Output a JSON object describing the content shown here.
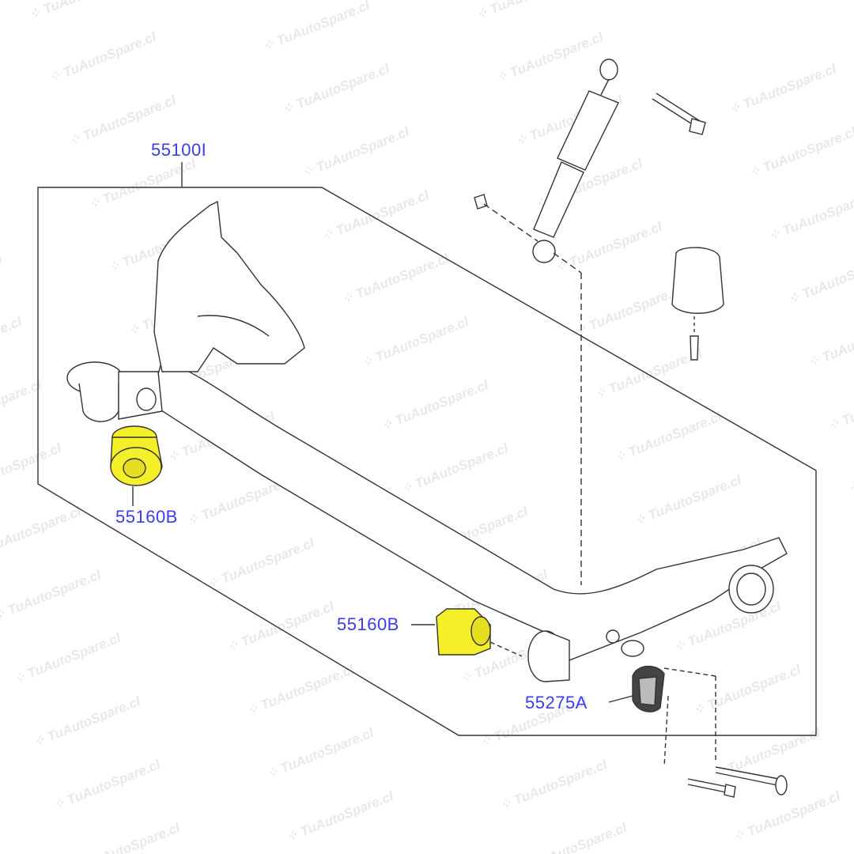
{
  "watermark": "TuAutoSpare.cl",
  "labels": {
    "axle": "55100I",
    "bushing_left": "55160B",
    "bushing_right": "55160B",
    "bracket": "55275A"
  },
  "colors": {
    "label": "#3b3bf0",
    "highlight": "#f5ef2a",
    "line": "#333333"
  }
}
